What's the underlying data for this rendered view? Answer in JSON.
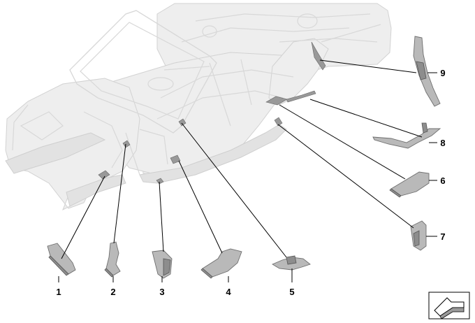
{
  "callouts": [
    {
      "id": "1",
      "label": "1"
    },
    {
      "id": "2",
      "label": "2"
    },
    {
      "id": "3",
      "label": "3"
    },
    {
      "id": "4",
      "label": "4"
    },
    {
      "id": "5",
      "label": "5"
    },
    {
      "id": "6",
      "label": "6"
    },
    {
      "id": "7",
      "label": "7"
    },
    {
      "id": "8",
      "label": "8"
    },
    {
      "id": "9",
      "label": "9"
    }
  ],
  "icons": {
    "orientation": "car-orientation-arrow-icon"
  },
  "colors": {
    "body": "#eeeeee",
    "part": "#b9b9b9",
    "leader": "#000000"
  }
}
